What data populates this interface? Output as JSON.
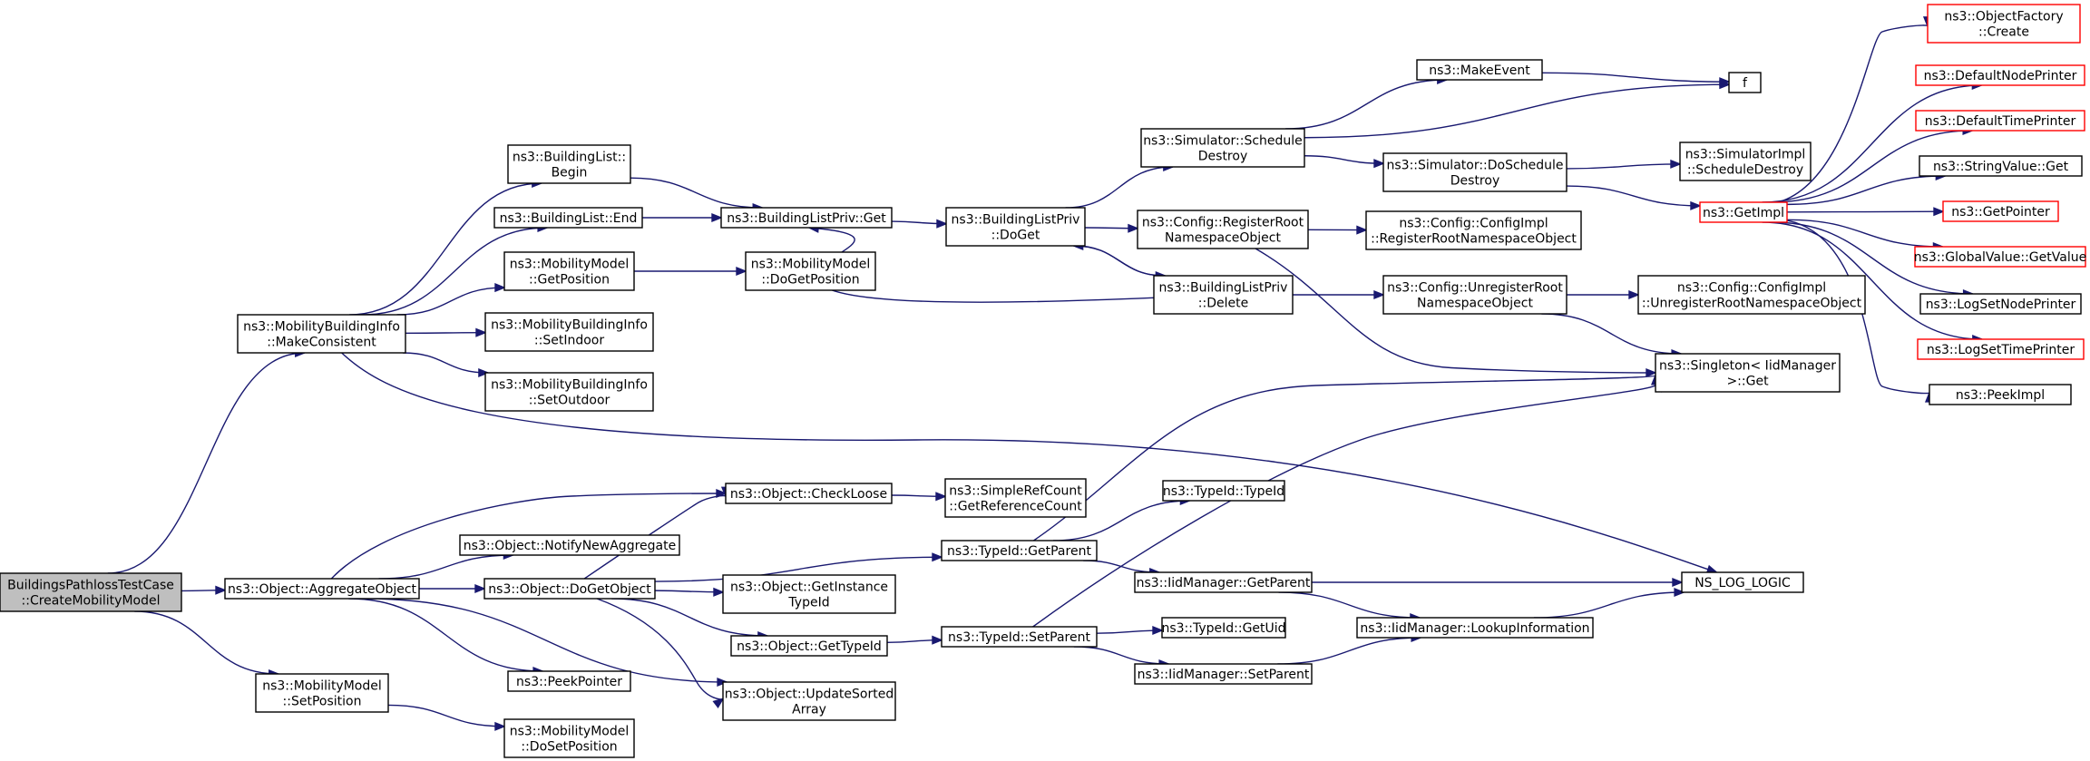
{
  "colors": {
    "edge": "#191970",
    "node_border": "#000000",
    "node_border_external": "#ff0000",
    "root_fill": "#bfbfbf"
  },
  "nodes": [
    {
      "id": "root",
      "lines": [
        "BuildingsPathlossTestCase",
        "::CreateMobilityModel"
      ],
      "style": "root"
    },
    {
      "id": "mbi_make",
      "lines": [
        "ns3::MobilityBuildingInfo",
        "::MakeConsistent"
      ]
    },
    {
      "id": "aggregate",
      "lines": [
        "ns3::Object::AggregateObject"
      ]
    },
    {
      "id": "mm_setpos",
      "lines": [
        "ns3::MobilityModel",
        "::SetPosition"
      ]
    },
    {
      "id": "bl_begin",
      "lines": [
        "ns3::BuildingList::",
        "Begin"
      ]
    },
    {
      "id": "bl_end",
      "lines": [
        "ns3::BuildingList::End"
      ]
    },
    {
      "id": "mm_getpos",
      "lines": [
        "ns3::MobilityModel",
        "::GetPosition"
      ]
    },
    {
      "id": "mbi_indoor",
      "lines": [
        "ns3::MobilityBuildingInfo",
        "::SetIndoor"
      ]
    },
    {
      "id": "mbi_outdoor",
      "lines": [
        "ns3::MobilityBuildingInfo",
        "::SetOutdoor"
      ]
    },
    {
      "id": "checkloose",
      "lines": [
        "ns3::Object::CheckLoose"
      ]
    },
    {
      "id": "notifyagg",
      "lines": [
        "ns3::Object::NotifyNewAggregate"
      ]
    },
    {
      "id": "dogetobj",
      "lines": [
        "ns3::Object::DoGetObject"
      ]
    },
    {
      "id": "peekptr",
      "lines": [
        "ns3::PeekPointer"
      ]
    },
    {
      "id": "updsorted",
      "lines": [
        "ns3::Object::UpdateSorted",
        "Array"
      ]
    },
    {
      "id": "mm_dosetpos",
      "lines": [
        "ns3::MobilityModel",
        "::DoSetPosition"
      ]
    },
    {
      "id": "blp_get",
      "lines": [
        "ns3::BuildingListPriv::Get"
      ]
    },
    {
      "id": "mm_dogetpos",
      "lines": [
        "ns3::MobilityModel",
        "::DoGetPosition"
      ]
    },
    {
      "id": "srefcount",
      "lines": [
        "ns3::SimpleRefCount",
        "::GetReferenceCount"
      ]
    },
    {
      "id": "getinsttid",
      "lines": [
        "ns3::Object::GetInstance",
        "TypeId"
      ]
    },
    {
      "id": "gettypeid",
      "lines": [
        "ns3::Object::GetTypeId"
      ]
    },
    {
      "id": "blp_doget",
      "lines": [
        "ns3::BuildingListPriv",
        "::DoGet"
      ]
    },
    {
      "id": "tid_getparent",
      "lines": [
        "ns3::TypeId::GetParent"
      ]
    },
    {
      "id": "tid_setparent",
      "lines": [
        "ns3::TypeId::SetParent"
      ]
    },
    {
      "id": "sim_schedestroy",
      "lines": [
        "ns3::Simulator::Schedule",
        "Destroy"
      ]
    },
    {
      "id": "cfg_regroot",
      "lines": [
        "ns3::Config::RegisterRoot",
        "NamespaceObject"
      ]
    },
    {
      "id": "blp_delete",
      "lines": [
        "ns3::BuildingListPriv",
        "::Delete"
      ]
    },
    {
      "id": "tid_typeid",
      "lines": [
        "ns3::TypeId::TypeId"
      ]
    },
    {
      "id": "iid_getparent",
      "lines": [
        "ns3::IidManager::GetParent"
      ]
    },
    {
      "id": "tid_getuid",
      "lines": [
        "ns3::TypeId::GetUid"
      ]
    },
    {
      "id": "iid_setparent",
      "lines": [
        "ns3::IidManager::SetParent"
      ]
    },
    {
      "id": "makeevent",
      "lines": [
        "ns3::MakeEvent"
      ]
    },
    {
      "id": "sim_doschedestroy",
      "lines": [
        "ns3::Simulator::DoSchedule",
        "Destroy"
      ]
    },
    {
      "id": "cfgimpl_regroot",
      "lines": [
        "ns3::Config::ConfigImpl",
        "::RegisterRootNamespaceObject"
      ]
    },
    {
      "id": "cfg_unregroot",
      "lines": [
        "ns3::Config::UnregisterRoot",
        "NamespaceObject"
      ]
    },
    {
      "id": "iid_lookup",
      "lines": [
        "ns3::IidManager::LookupInformation"
      ]
    },
    {
      "id": "f",
      "lines": [
        "f"
      ]
    },
    {
      "id": "simimpl_schedestroy",
      "lines": [
        "ns3::SimulatorImpl",
        "::ScheduleDestroy"
      ]
    },
    {
      "id": "getimpl",
      "lines": [
        "ns3::GetImpl"
      ],
      "style": "red"
    },
    {
      "id": "cfgimpl_unregroot",
      "lines": [
        "ns3::Config::ConfigImpl",
        "::UnregisterRootNamespaceObject"
      ]
    },
    {
      "id": "singleton",
      "lines": [
        "ns3::Singleton< IidManager",
        " >::Get"
      ]
    },
    {
      "id": "nslog",
      "lines": [
        "NS_LOG_LOGIC"
      ]
    },
    {
      "id": "objfactory",
      "lines": [
        "ns3::ObjectFactory",
        "::Create"
      ],
      "style": "red"
    },
    {
      "id": "defnode",
      "lines": [
        "ns3::DefaultNodePrinter"
      ],
      "style": "red"
    },
    {
      "id": "deftime",
      "lines": [
        "ns3::DefaultTimePrinter"
      ],
      "style": "red"
    },
    {
      "id": "strvalue",
      "lines": [
        "ns3::StringValue::Get"
      ]
    },
    {
      "id": "getpointer",
      "lines": [
        "ns3::GetPointer"
      ],
      "style": "red"
    },
    {
      "id": "globalvalue",
      "lines": [
        "ns3::GlobalValue::GetValue"
      ],
      "style": "red"
    },
    {
      "id": "logsetnode",
      "lines": [
        "ns3::LogSetNodePrinter"
      ]
    },
    {
      "id": "logsettime",
      "lines": [
        "ns3::LogSetTimePrinter"
      ],
      "style": "red"
    },
    {
      "id": "peekimpl",
      "lines": [
        "ns3::PeekImpl"
      ]
    }
  ],
  "edges": [
    [
      "root",
      "mbi_make"
    ],
    [
      "root",
      "aggregate"
    ],
    [
      "root",
      "mm_setpos"
    ],
    [
      "mbi_make",
      "bl_begin"
    ],
    [
      "mbi_make",
      "bl_end"
    ],
    [
      "mbi_make",
      "mm_getpos"
    ],
    [
      "mbi_make",
      "mbi_indoor"
    ],
    [
      "mbi_make",
      "mbi_outdoor"
    ],
    [
      "mbi_make",
      "nslog"
    ],
    [
      "bl_begin",
      "blp_get"
    ],
    [
      "bl_end",
      "blp_get"
    ],
    [
      "mm_getpos",
      "mm_dogetpos"
    ],
    [
      "blp_get",
      "blp_doget"
    ],
    [
      "blp_doget",
      "sim_schedestroy"
    ],
    [
      "blp_doget",
      "cfg_regroot"
    ],
    [
      "blp_doget",
      "blp_delete"
    ],
    [
      "blp_delete",
      "blp_get"
    ],
    [
      "blp_delete",
      "blp_doget"
    ],
    [
      "blp_delete",
      "cfg_unregroot"
    ],
    [
      "sim_schedestroy",
      "makeevent"
    ],
    [
      "sim_schedestroy",
      "f"
    ],
    [
      "sim_schedestroy",
      "sim_doschedestroy"
    ],
    [
      "makeevent",
      "f"
    ],
    [
      "sim_doschedestroy",
      "simimpl_schedestroy"
    ],
    [
      "sim_doschedestroy",
      "getimpl"
    ],
    [
      "cfg_regroot",
      "cfgimpl_regroot"
    ],
    [
      "cfg_regroot",
      "singleton"
    ],
    [
      "cfg_unregroot",
      "cfgimpl_unregroot"
    ],
    [
      "cfg_unregroot",
      "singleton"
    ],
    [
      "getimpl",
      "objfactory"
    ],
    [
      "getimpl",
      "defnode"
    ],
    [
      "getimpl",
      "deftime"
    ],
    [
      "getimpl",
      "strvalue"
    ],
    [
      "getimpl",
      "getpointer"
    ],
    [
      "getimpl",
      "globalvalue"
    ],
    [
      "getimpl",
      "logsetnode"
    ],
    [
      "getimpl",
      "logsettime"
    ],
    [
      "getimpl",
      "peekimpl"
    ],
    [
      "aggregate",
      "checkloose"
    ],
    [
      "aggregate",
      "notifyagg"
    ],
    [
      "aggregate",
      "dogetobj"
    ],
    [
      "aggregate",
      "peekptr"
    ],
    [
      "aggregate",
      "updsorted"
    ],
    [
      "checkloose",
      "srefcount"
    ],
    [
      "dogetobj",
      "checkloose"
    ],
    [
      "dogetobj",
      "tid_getparent"
    ],
    [
      "dogetobj",
      "getinsttid"
    ],
    [
      "dogetobj",
      "gettypeid"
    ],
    [
      "dogetobj",
      "updsorted"
    ],
    [
      "gettypeid",
      "tid_setparent"
    ],
    [
      "tid_getparent",
      "tid_typeid"
    ],
    [
      "tid_getparent",
      "iid_getparent"
    ],
    [
      "tid_getparent",
      "singleton"
    ],
    [
      "tid_setparent",
      "tid_getuid"
    ],
    [
      "tid_setparent",
      "iid_setparent"
    ],
    [
      "tid_setparent",
      "singleton"
    ],
    [
      "iid_getparent",
      "nslog"
    ],
    [
      "iid_getparent",
      "iid_lookup"
    ],
    [
      "iid_setparent",
      "iid_lookup"
    ],
    [
      "iid_lookup",
      "nslog"
    ],
    [
      "mm_setpos",
      "mm_dosetpos"
    ]
  ]
}
